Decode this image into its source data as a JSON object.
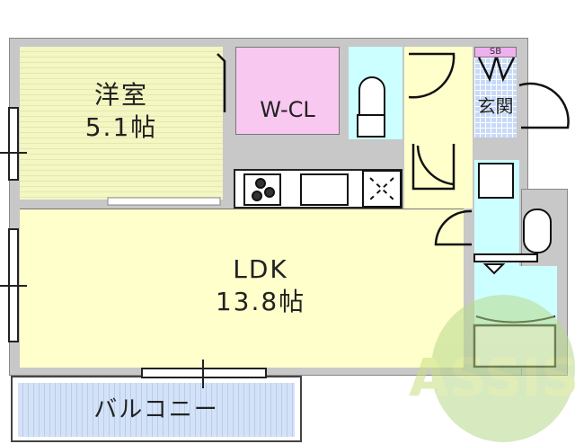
{
  "rooms": {
    "western": {
      "name": "洋室",
      "size": "5.1帖"
    },
    "closet": {
      "name": "W-CL"
    },
    "ldk": {
      "name": "LDK",
      "size": "13.8帖"
    },
    "entrance": {
      "name": "玄関"
    },
    "shoe_box": {
      "name": "SB"
    },
    "balcony": {
      "name": "バルコニー"
    }
  },
  "watermark": {
    "text": "ASSIST"
  },
  "colors": {
    "western": "#f4f6c4",
    "closet": "#f8c8f0",
    "ldk": "#ffffcc",
    "wet_area": "#ccffff",
    "entrance": "#c8daf8",
    "balcony": "#d4e2f8",
    "wall": "#c8c8c8"
  }
}
